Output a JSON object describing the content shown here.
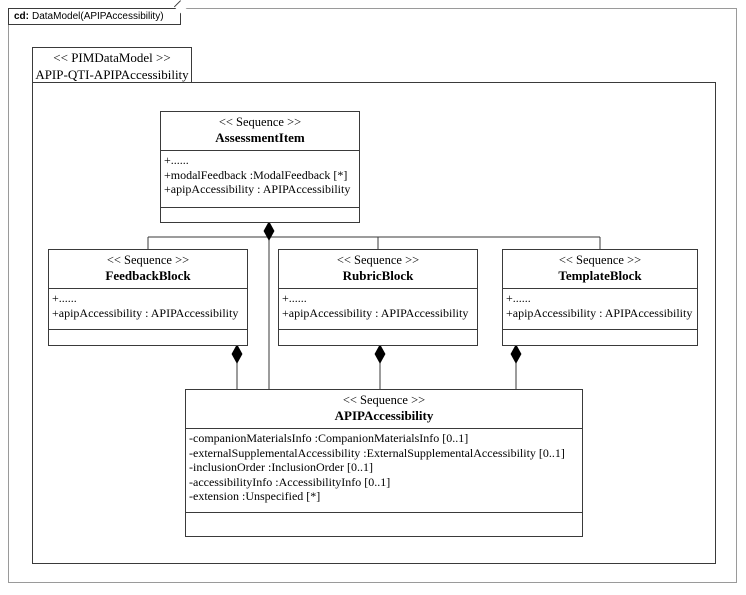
{
  "frame": {
    "kind": "cd:",
    "title": "DataModel(APIPAccessibility)"
  },
  "package": {
    "stereotype": "<< PIMDataModel >>",
    "name": "APIP-QTI-APIPAccessibility"
  },
  "classes": {
    "assessment_item": {
      "stereotype": "<< Sequence >>",
      "name": "AssessmentItem",
      "attributes": [
        "+......",
        "+modalFeedback :ModalFeedback [*]",
        "+apipAccessibility   : APIPAccessibility"
      ],
      "operations": []
    },
    "feedback_block": {
      "stereotype": "<< Sequence >>",
      "name": "FeedbackBlock",
      "attributes": [
        "+......",
        "+apipAccessibility  : APIPAccessibility"
      ],
      "operations": []
    },
    "rubric_block": {
      "stereotype": "<< Sequence >>",
      "name": "RubricBlock",
      "attributes": [
        "+......",
        "+apipAccessibility  : APIPAccessibility"
      ],
      "operations": []
    },
    "template_block": {
      "stereotype": "<< Sequence >>",
      "name": "TemplateBlock",
      "attributes": [
        "+......",
        "+apipAccessibility  : APIPAccessibility"
      ],
      "operations": []
    },
    "apip_accessibility": {
      "stereotype": "<< Sequence >>",
      "name": "APIPAccessibility",
      "attributes": [
        "-companionMaterialsInfo  :CompanionMaterialsInfo  [0..1]",
        "-externalSupplementalAccessibility    :ExternalSupplementalAccessibility     [0..1]",
        "-inclusionOrder :InclusionOrder [0..1]",
        "-accessibilityInfo  :AccessibilityInfo  [0..1]",
        "-extension :Unspecified [*]"
      ],
      "operations": []
    }
  },
  "relationships": [
    {
      "name": "assessmentitem-to-feedbackblock",
      "type": "composition",
      "from": "AssessmentItem",
      "to": "FeedbackBlock"
    },
    {
      "name": "assessmentitem-to-rubricblock",
      "type": "composition",
      "from": "AssessmentItem",
      "to": "RubricBlock"
    },
    {
      "name": "assessmentitem-to-templateblock",
      "type": "composition",
      "from": "AssessmentItem",
      "to": "TemplateBlock"
    },
    {
      "name": "assessmentitem-to-apipaccessibility",
      "type": "composition",
      "from": "AssessmentItem",
      "to": "APIPAccessibility"
    },
    {
      "name": "feedbackblock-to-apipaccessibility",
      "type": "composition",
      "from": "FeedbackBlock",
      "to": "APIPAccessibility"
    },
    {
      "name": "rubricblock-to-apipaccessibility",
      "type": "composition",
      "from": "RubricBlock",
      "to": "APIPAccessibility"
    },
    {
      "name": "templateblock-to-apipaccessibility",
      "type": "composition",
      "from": "TemplateBlock",
      "to": "APIPAccessibility"
    }
  ],
  "colors": {
    "line": "#3a3a3a",
    "frame_border": "#9a9a9a",
    "background": "#ffffff",
    "text": "#000000"
  }
}
